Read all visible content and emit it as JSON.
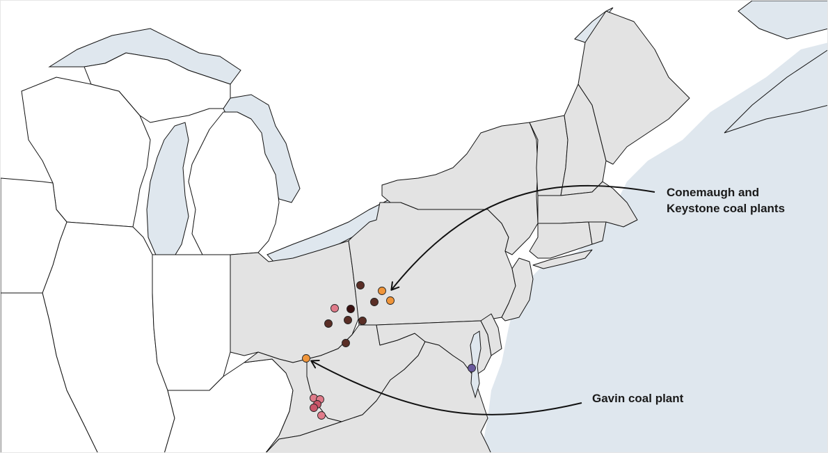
{
  "annotations": {
    "conemaugh_line1": "Conemaugh and",
    "conemaugh_line2": "Keystone coal plants",
    "gavin": "Gavin coal plant"
  },
  "colors": {
    "ocean": "#dfe7ee",
    "shaded_region": "#e3e3e3",
    "unshaded_land": "#ffffff",
    "dark_brown": "#5a2e26",
    "darkest": "#3a1010",
    "orange": "#f0953a",
    "pink": "#e07b8a",
    "dark_pink": "#c9566a",
    "purple": "#6a5a9e"
  },
  "plants": [
    {
      "id": "plant-pink-oh",
      "color": "pink"
    },
    {
      "id": "plant-darkest-oh",
      "color": "darkest"
    },
    {
      "id": "plant-brown-1",
      "color": "dark_brown"
    },
    {
      "id": "plant-brown-2",
      "color": "dark_brown"
    },
    {
      "id": "plant-brown-3",
      "color": "dark_brown"
    },
    {
      "id": "plant-brown-4",
      "color": "dark_brown"
    },
    {
      "id": "plant-brown-5",
      "color": "dark_brown"
    },
    {
      "id": "plant-brown-6",
      "color": "dark_brown"
    },
    {
      "id": "plant-conemaugh",
      "color": "orange"
    },
    {
      "id": "plant-keystone",
      "color": "orange"
    },
    {
      "id": "plant-gavin",
      "color": "orange"
    },
    {
      "id": "plant-purple-md",
      "color": "purple"
    },
    {
      "id": "plant-pink-ky-1",
      "color": "pink"
    },
    {
      "id": "plant-pink-ky-2",
      "color": "pink"
    },
    {
      "id": "plant-pink-ky-3",
      "color": "dark_pink"
    },
    {
      "id": "plant-pink-ky-4",
      "color": "dark_pink"
    },
    {
      "id": "plant-pink-ky-5",
      "color": "pink"
    }
  ]
}
